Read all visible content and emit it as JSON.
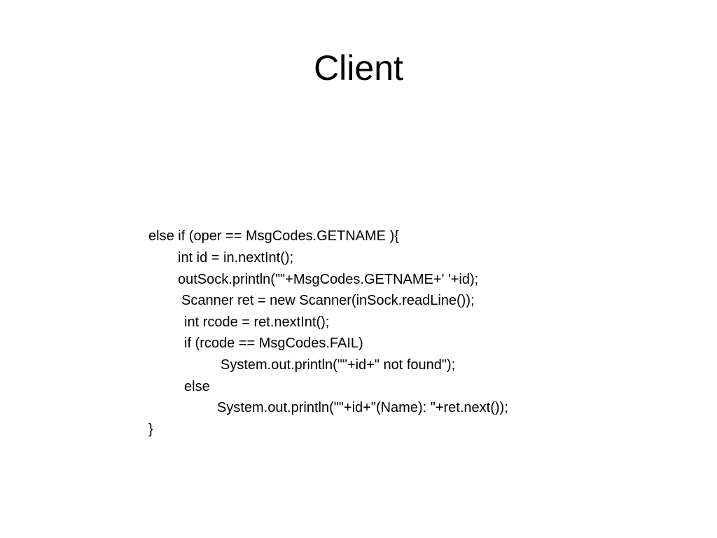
{
  "slide": {
    "title": "Client",
    "code_lines": [
      "else if (oper == MsgCodes.GETNAME ){",
      "int id = in.nextInt();",
      "outSock.println(\"\"+MsgCodes.GETNAME+' '+id);",
      "Scanner ret = new Scanner(inSock.readLine());",
      "int rcode = ret.nextInt();",
      "if (rcode == MsgCodes.FAIL)",
      "System.out.println(\"\"+id+\" not found\");",
      "else",
      "System.out.println(\"\"+id+\"(Name): \"+ret.next());",
      "}"
    ]
  }
}
